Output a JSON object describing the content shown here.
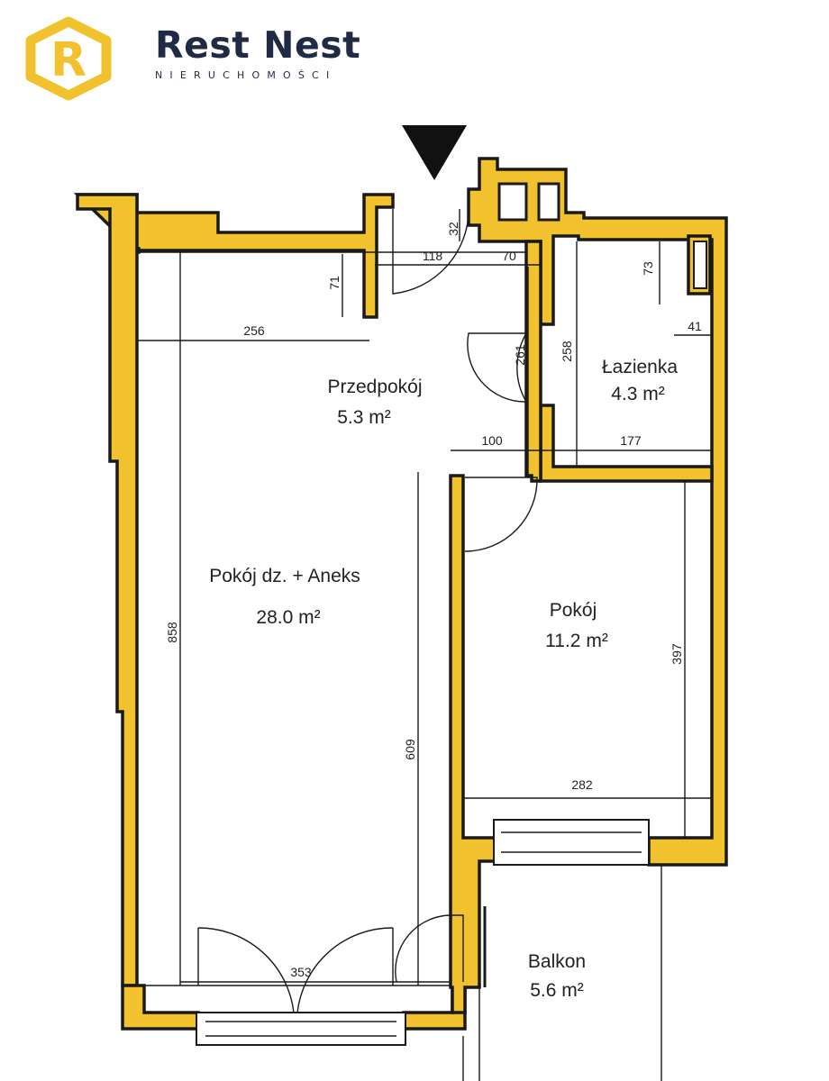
{
  "header": {
    "brand_name": "Rest Nest",
    "brand_sub": "NIERUCHOMOŚCI",
    "logo_letter": "R",
    "logo_color": "#f2c12e",
    "brand_color": "#1f2a44"
  },
  "rooms": {
    "przedpokoj": {
      "name": "Przedpokój",
      "area": "5.3 m²"
    },
    "lazienka": {
      "name": "Łazienka",
      "area": "4.3 m²"
    },
    "pokoj_dz": {
      "name": "Pokój dz. + Aneks",
      "area": "28.0 m²"
    },
    "pokoj": {
      "name": "Pokój",
      "area": "11.2 m²"
    },
    "balkon": {
      "name": "Balkon",
      "area": "5.6 m²"
    }
  },
  "dimensions": {
    "d32": "32",
    "d118": "118",
    "d70": "70",
    "d71": "71",
    "d73": "73",
    "d41": "41",
    "d256": "256",
    "d261": "261",
    "d258": "258",
    "d100": "100",
    "d177": "177",
    "d858": "858",
    "d609": "609",
    "d397": "397",
    "d282": "282",
    "d353": "353"
  },
  "colors": {
    "wall": "#f2c12e",
    "line": "#1a1a1a"
  },
  "icons": {
    "entrance": "entrance-arrow-icon"
  }
}
